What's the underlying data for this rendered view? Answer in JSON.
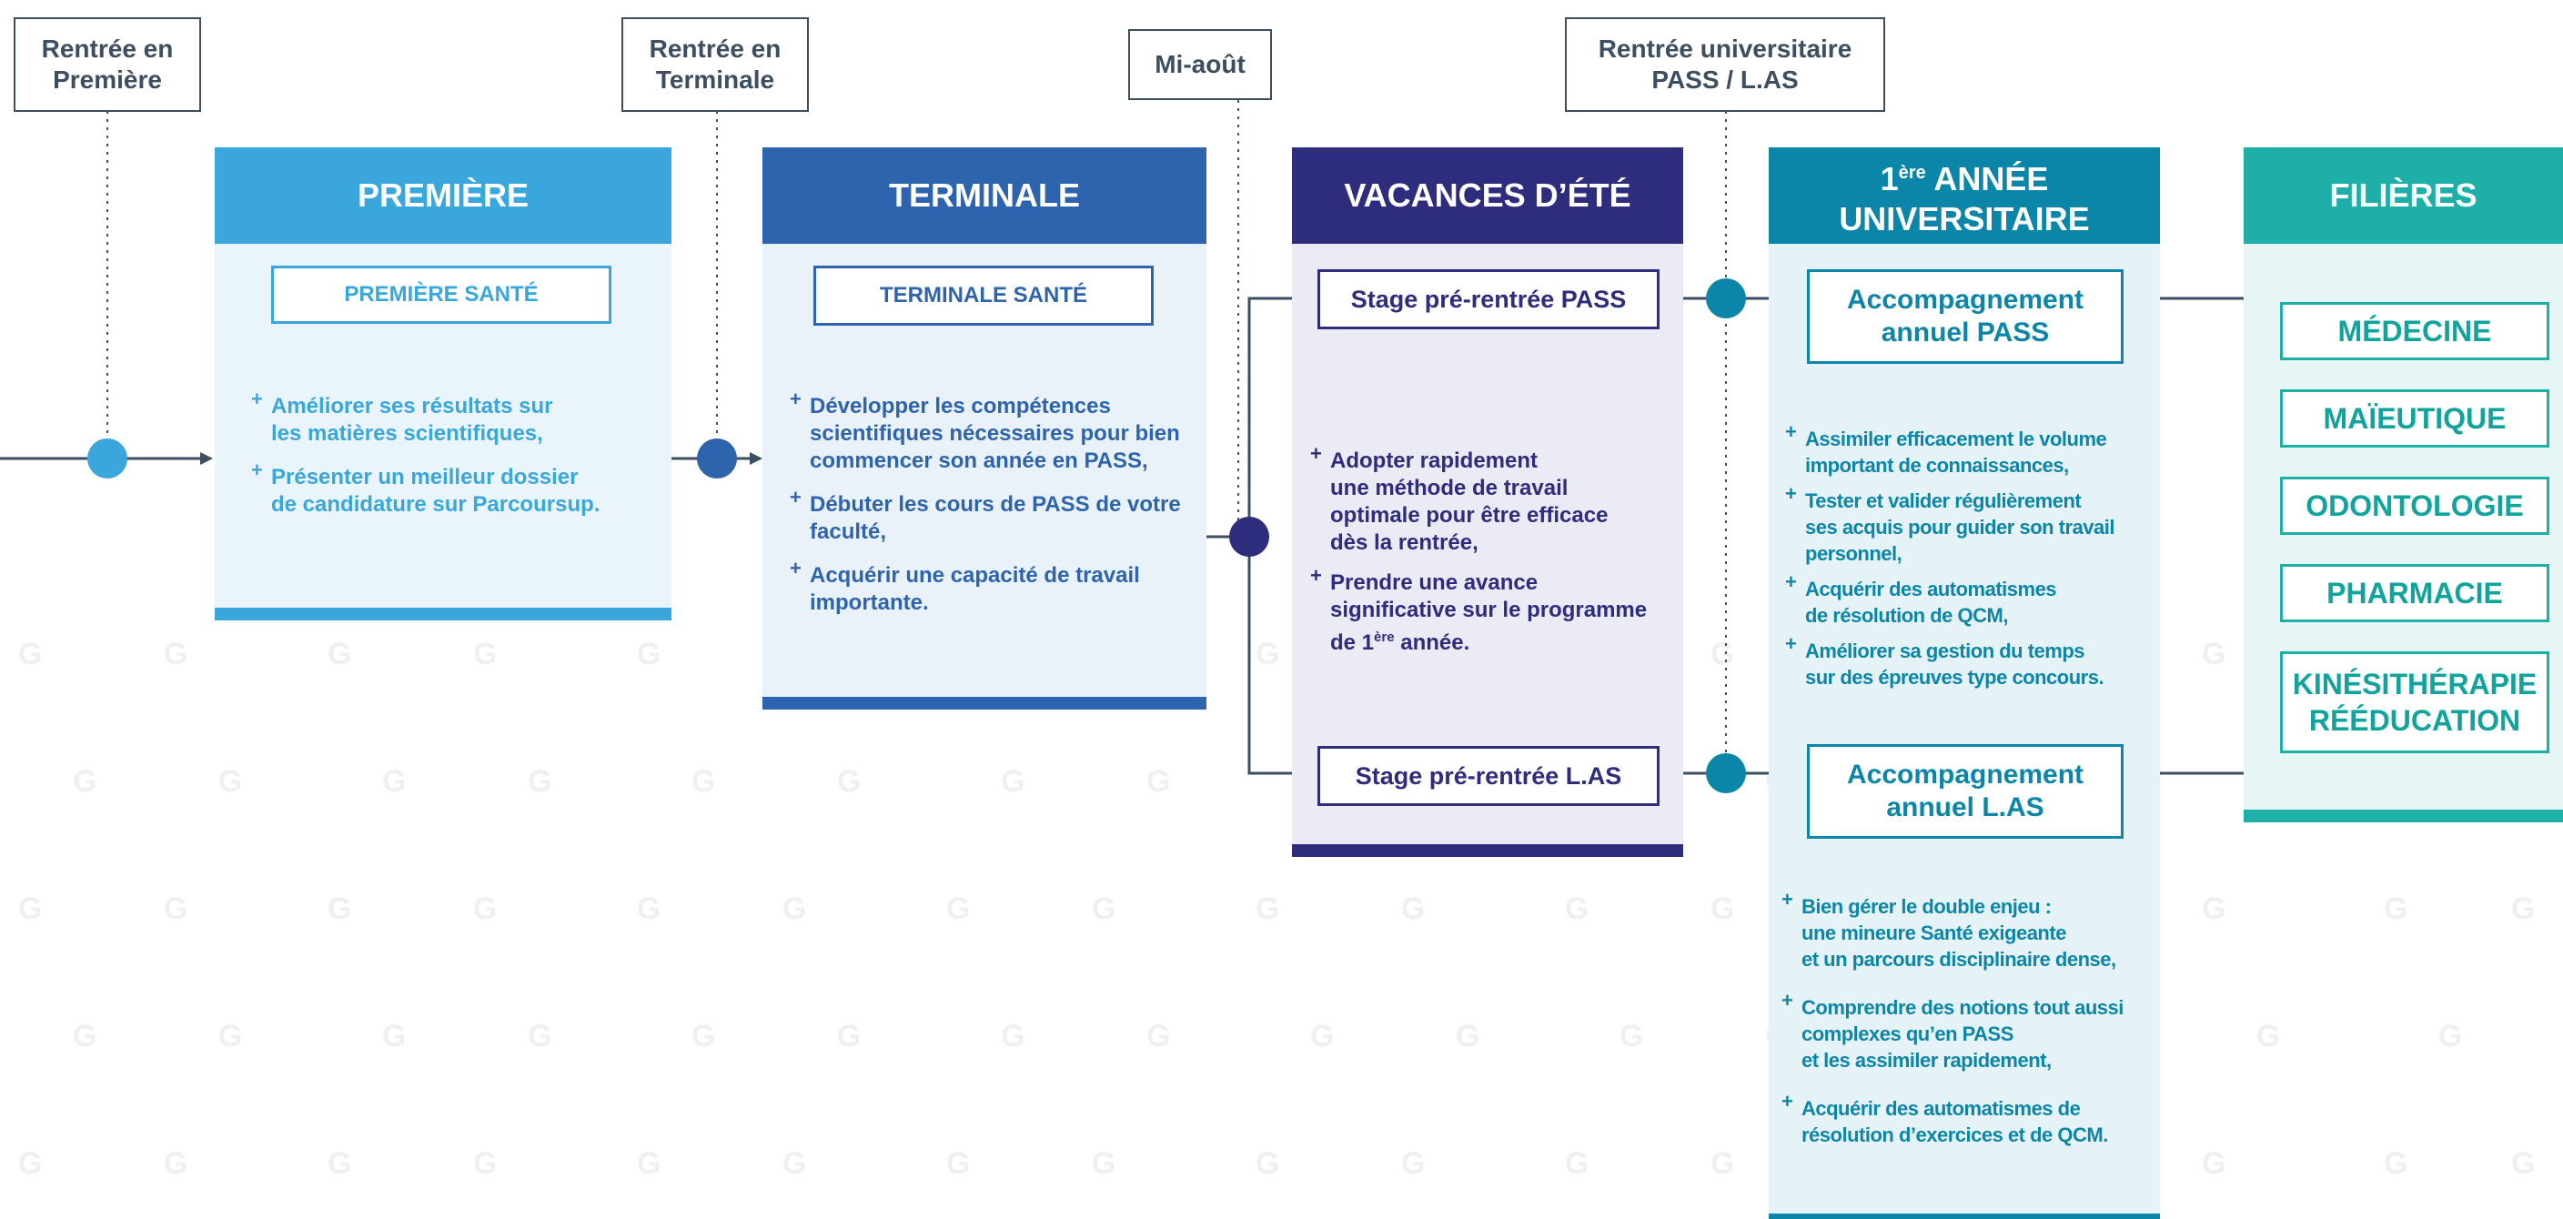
{
  "milestones": {
    "premiere": "Rentrée en\nPremière",
    "terminale": "Rentrée en\nTerminale",
    "mi_aout": "Mi-août",
    "universitaire": "Rentrée universitaire\nPASS / L.AS"
  },
  "columns": {
    "premiere": {
      "title": "PREMIÈRE",
      "box": "PREMIÈRE SANTÉ",
      "bullets": [
        "Améliorer ses résultats sur\nles matières scientifiques,",
        "Présenter un meilleur dossier\nde candidature sur Parcoursup."
      ]
    },
    "terminale": {
      "title": "TERMINALE",
      "box": "TERMINALE SANTÉ",
      "bullets": [
        "Développer les compétences\nscientifiques nécessaires pour bien\ncommencer son année en PASS,",
        "Débuter les cours de PASS de votre\nfaculté,",
        "Acquérir une capacité de travail\nimportante."
      ]
    },
    "vacances": {
      "title": "VACANCES D’ÉTÉ",
      "stage_pass": "Stage pré-rentrée PASS",
      "stage_las": "Stage pré-rentrée L.AS",
      "bullets": [
        "Adopter rapidement\nune méthode de travail\noptimale pour être efficace\ndès la rentrée,",
        "Prendre une avance\nsignificative sur le programme"
      ],
      "bullet_tail_prefix": "de 1",
      "bullet_tail_sup": "ère",
      "bullet_tail_suffix": " année."
    },
    "universite": {
      "title_num": "1",
      "title_sup": "ère",
      "title_rest": " ANNÉE",
      "title_line2": "UNIVERSITAIRE",
      "box_pass": "Accompagnement\nannuel PASS",
      "box_las": "Accompagnement\nannuel L.AS",
      "bullets_pass": [
        "Assimiler efficacement le volume\nimportant de connaissances,",
        "Tester et valider régulièrement\nses acquis pour guider son travail\npersonnel,",
        "Acquérir des automatismes\nde résolution de QCM,",
        "Améliorer sa gestion du temps\nsur des épreuves type concours."
      ],
      "bullets_las": [
        "Bien gérer le double enjeu :\nune mineure Santé exigeante\net un parcours disciplinaire dense,",
        "Comprendre des notions tout aussi\ncomplexes qu’en PASS\net les assimiler rapidement,",
        "Acquérir des automatismes de\nrésolution d’exercices et de QCM."
      ]
    },
    "filieres": {
      "title": "FILIÈRES",
      "items": [
        "MÉDECINE",
        "MAÏEUTIQUE",
        "ODONTOLOGIE",
        "PHARMACIE",
        "KINÉSITHÉRAPIE\nRÉÉDUCATION"
      ]
    }
  },
  "watermark": "G",
  "colors": {
    "premiere": "#3aa7dc",
    "terminale": "#2e63ad",
    "vacances": "#2e2c7c",
    "universite": "#0c86a8",
    "filieres": "#1dafa8",
    "text_dark": "#3c4e60"
  }
}
